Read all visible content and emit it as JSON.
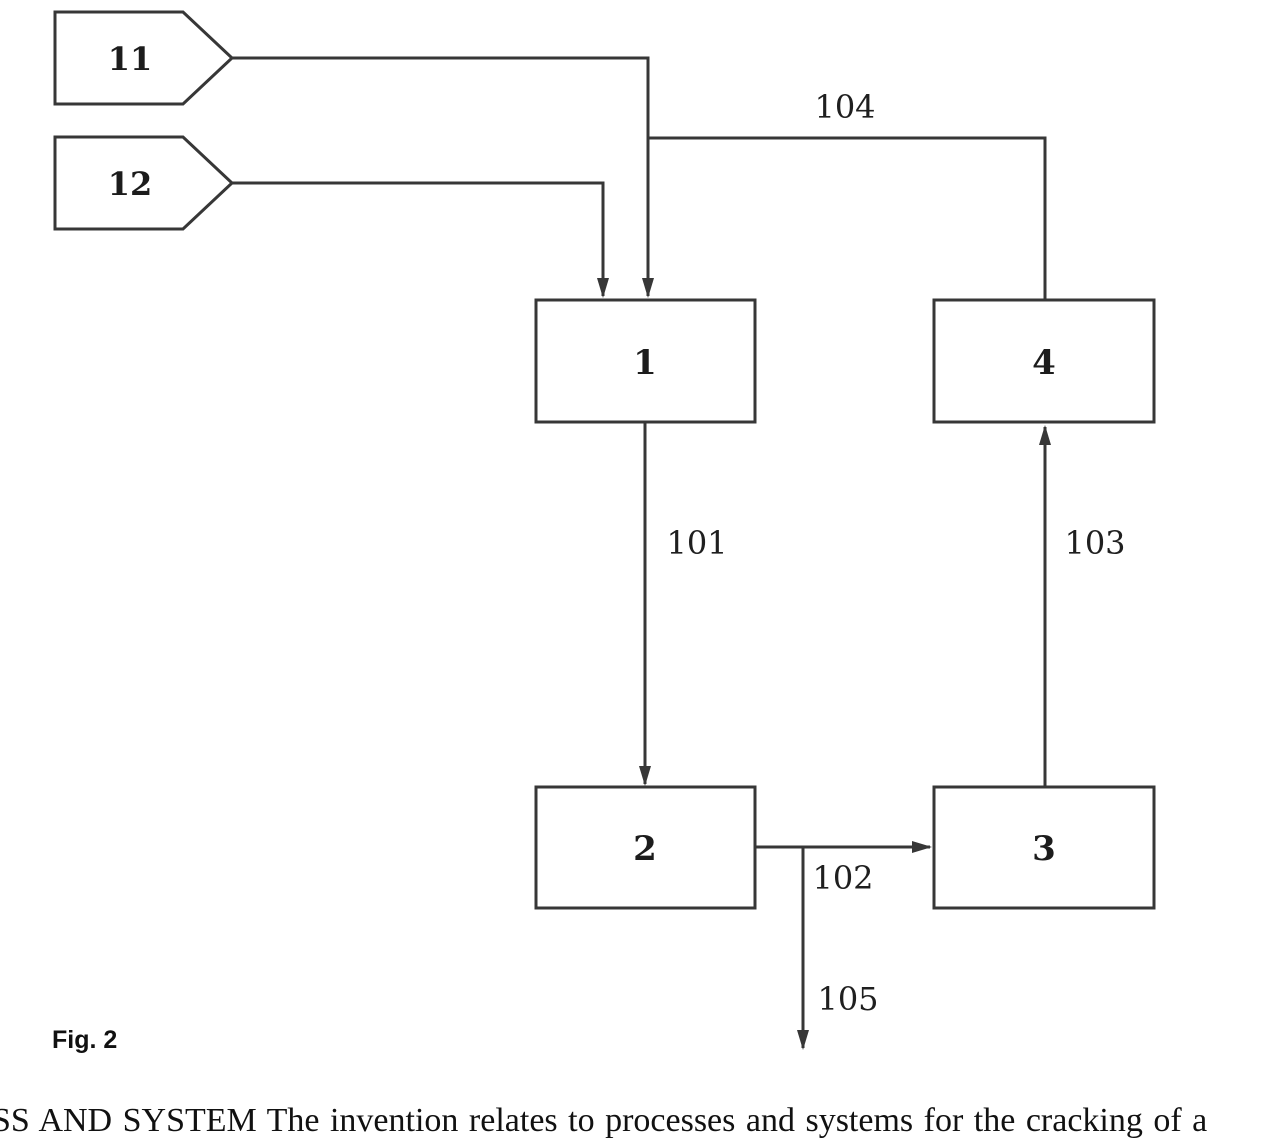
{
  "figure": {
    "caption": "Fig. 2",
    "bottom_text": "SS AND SYSTEM The invention relates to processes and systems for the cracking of a"
  },
  "diagram": {
    "inputs": [
      {
        "id": "11",
        "label": "11"
      },
      {
        "id": "12",
        "label": "12"
      }
    ],
    "boxes": [
      {
        "id": "1",
        "label": "1"
      },
      {
        "id": "2",
        "label": "2"
      },
      {
        "id": "3",
        "label": "3"
      },
      {
        "id": "4",
        "label": "4"
      }
    ],
    "streams": [
      {
        "id": "101",
        "label": "101"
      },
      {
        "id": "102",
        "label": "102"
      },
      {
        "id": "103",
        "label": "103"
      },
      {
        "id": "104",
        "label": "104"
      },
      {
        "id": "105",
        "label": "105"
      }
    ],
    "colors": {
      "line": "#373737",
      "text": "#1c1c1c",
      "background": "#ffffff"
    }
  }
}
